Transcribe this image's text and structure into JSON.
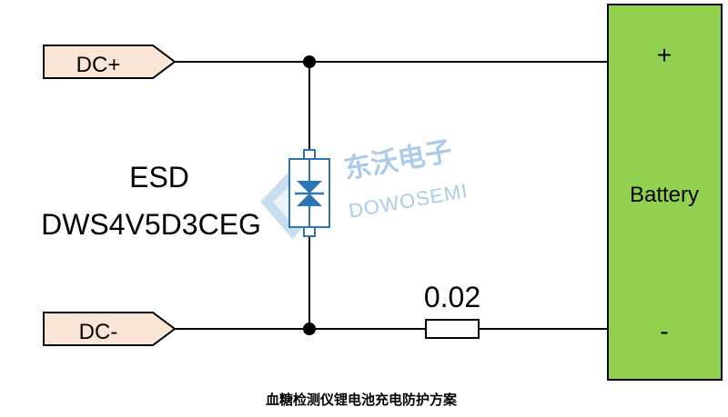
{
  "ports": {
    "dc_plus": "DC+",
    "dc_minus": "DC-"
  },
  "esd": {
    "label": "ESD",
    "part_number": "DWS4V5D3CEG"
  },
  "resistor": {
    "value": "0.02"
  },
  "battery": {
    "label": "Battery",
    "plus": "+",
    "minus": "-"
  },
  "watermark": {
    "cn_text": "东沃电子",
    "en_text": "DOWOSEMI"
  },
  "caption": "血糖检测仪锂电池充电防护方案",
  "colors": {
    "port_fill": "#FBE5D6",
    "battery_fill": "#92D050",
    "esd_outline": "#2E75B6",
    "watermark_blue": "#5B9BD5",
    "wire": "#000000"
  }
}
